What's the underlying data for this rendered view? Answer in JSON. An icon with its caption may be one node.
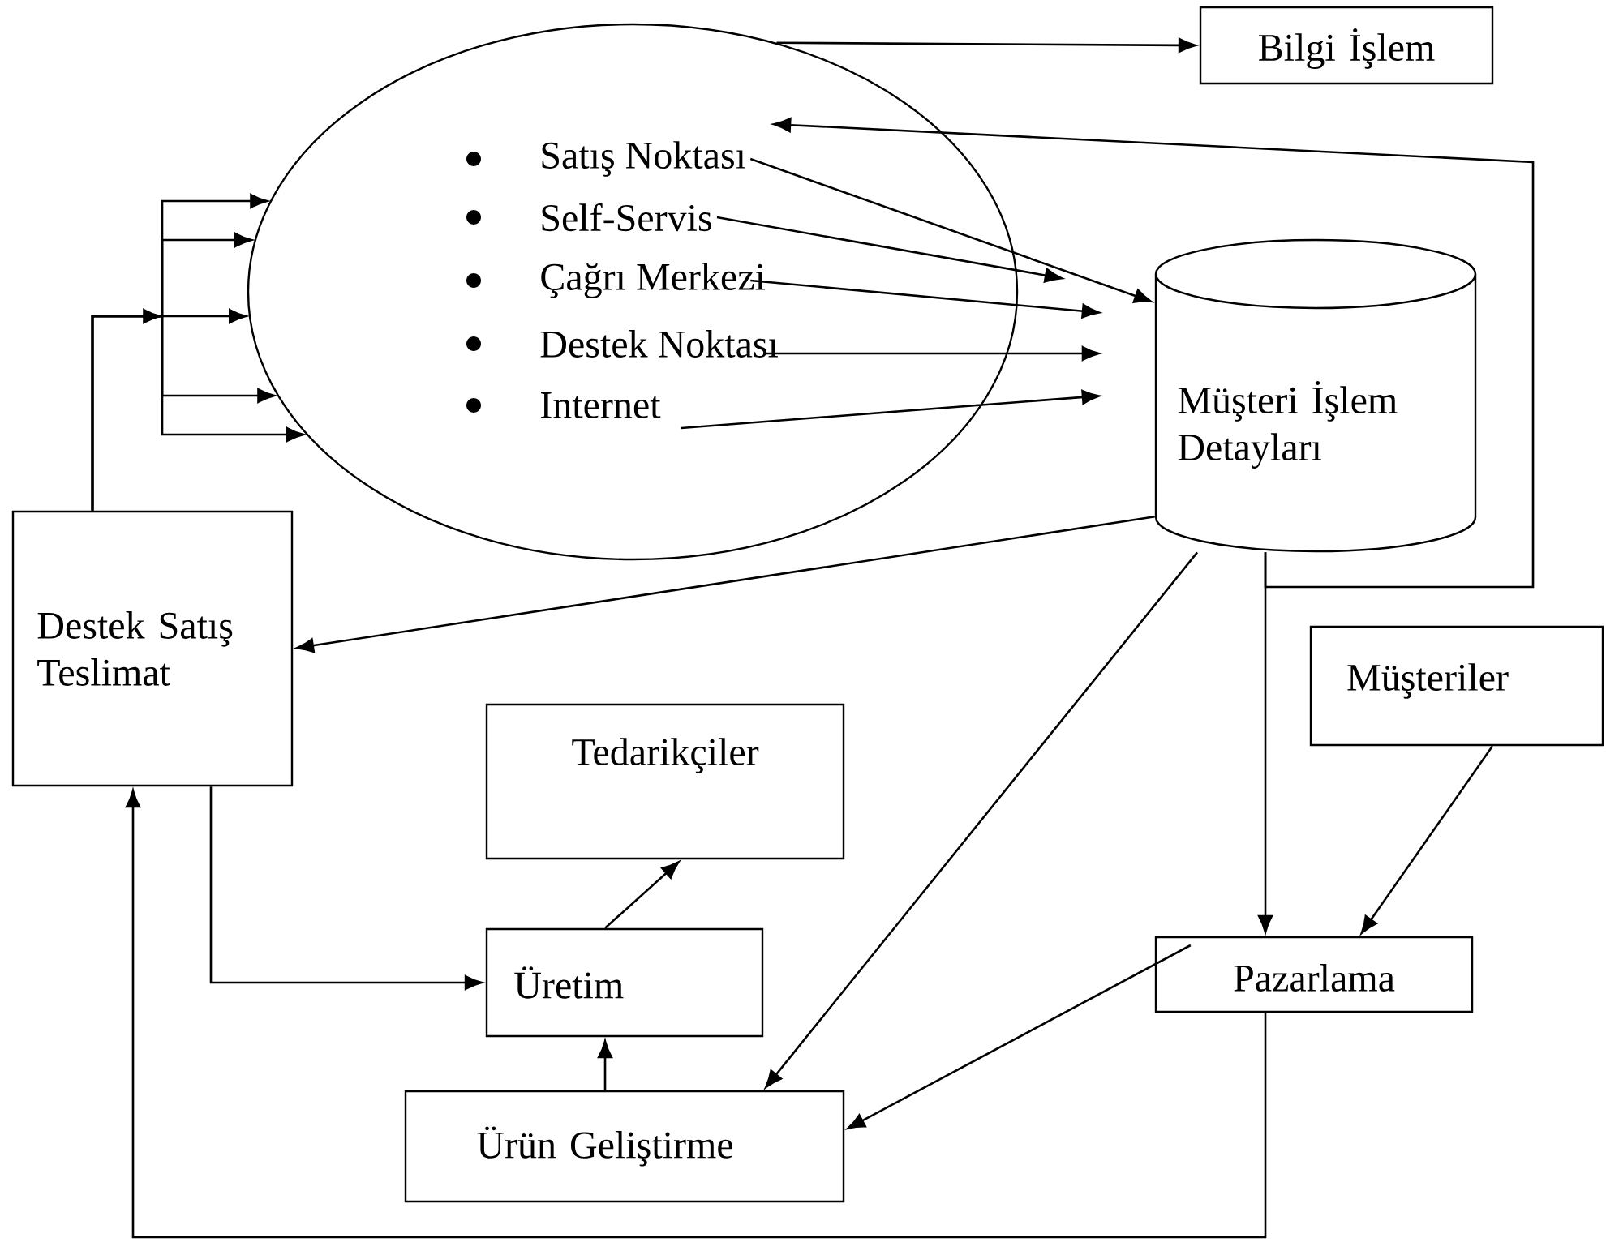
{
  "diagram": {
    "nodes": [
      {
        "text": [],
        "shape": "ellipse"
      },
      {
        "text": [
          "Satış Noktası"
        ],
        "in": 0
      },
      {
        "text": [
          "Self-Servis"
        ],
        "in": 0
      },
      {
        "text": [
          "Çağrı Merkezi"
        ],
        "in": 0
      },
      {
        "text": [
          "Destek Noktası"
        ],
        "in": 0
      },
      {
        "text": [
          "Internet"
        ],
        "in": 0
      },
      {
        "text": [
          "Bilgi İşlem"
        ]
      },
      {
        "text": [
          "Müşteri İşlem Detayları"
        ]
      },
      {
        "text": [
          "Destek Satış Teslimat"
        ]
      },
      {
        "text": [
          "Tedarikçiler"
        ]
      },
      {
        "text": [
          "Üretim"
        ]
      },
      {
        "text": [
          "Ürün Geliştirme"
        ]
      },
      {
        "text": [
          "Pazarlama"
        ]
      },
      {
        "text": [
          "Müşteriler"
        ]
      }
    ],
    "edges": [
      {
        "from": 0,
        "to": 6,
        "arrow": "to"
      },
      {
        "from": 1,
        "to": 7,
        "arrow": "to"
      },
      {
        "from": 2,
        "to": 7,
        "arrow": "to"
      },
      {
        "from": 3,
        "to": 7,
        "arrow": "to"
      },
      {
        "from": 4,
        "to": 7,
        "arrow": "to"
      },
      {
        "from": 5,
        "to": 7,
        "arrow": "to"
      },
      {
        "from": 7,
        "to": 1,
        "arrow": "to"
      },
      {
        "from": 7,
        "to": 12,
        "arrow": "to"
      },
      {
        "from": 7,
        "to": 8,
        "arrow": "to"
      },
      {
        "from": 7,
        "to": 11,
        "arrow": "to"
      },
      {
        "from": 8,
        "to": 0,
        "arrow": "to"
      },
      {
        "from": 8,
        "to": 0,
        "arrow": "to"
      },
      {
        "from": 8,
        "to": 0,
        "arrow": "to"
      },
      {
        "from": 8,
        "to": 0,
        "arrow": "to"
      },
      {
        "from": 8,
        "to": 0,
        "arrow": "to"
      },
      {
        "from": 8,
        "to": 10,
        "arrow": "to"
      },
      {
        "from": 12,
        "to": 8,
        "arrow": "to"
      },
      {
        "from": 10,
        "to": 9,
        "arrow": "to"
      },
      {
        "from": 11,
        "to": 10,
        "arrow": "to"
      },
      {
        "from": 12,
        "to": 11,
        "arrow": "to"
      },
      {
        "from": 13,
        "to": 12,
        "arrow": "to"
      }
    ]
  }
}
